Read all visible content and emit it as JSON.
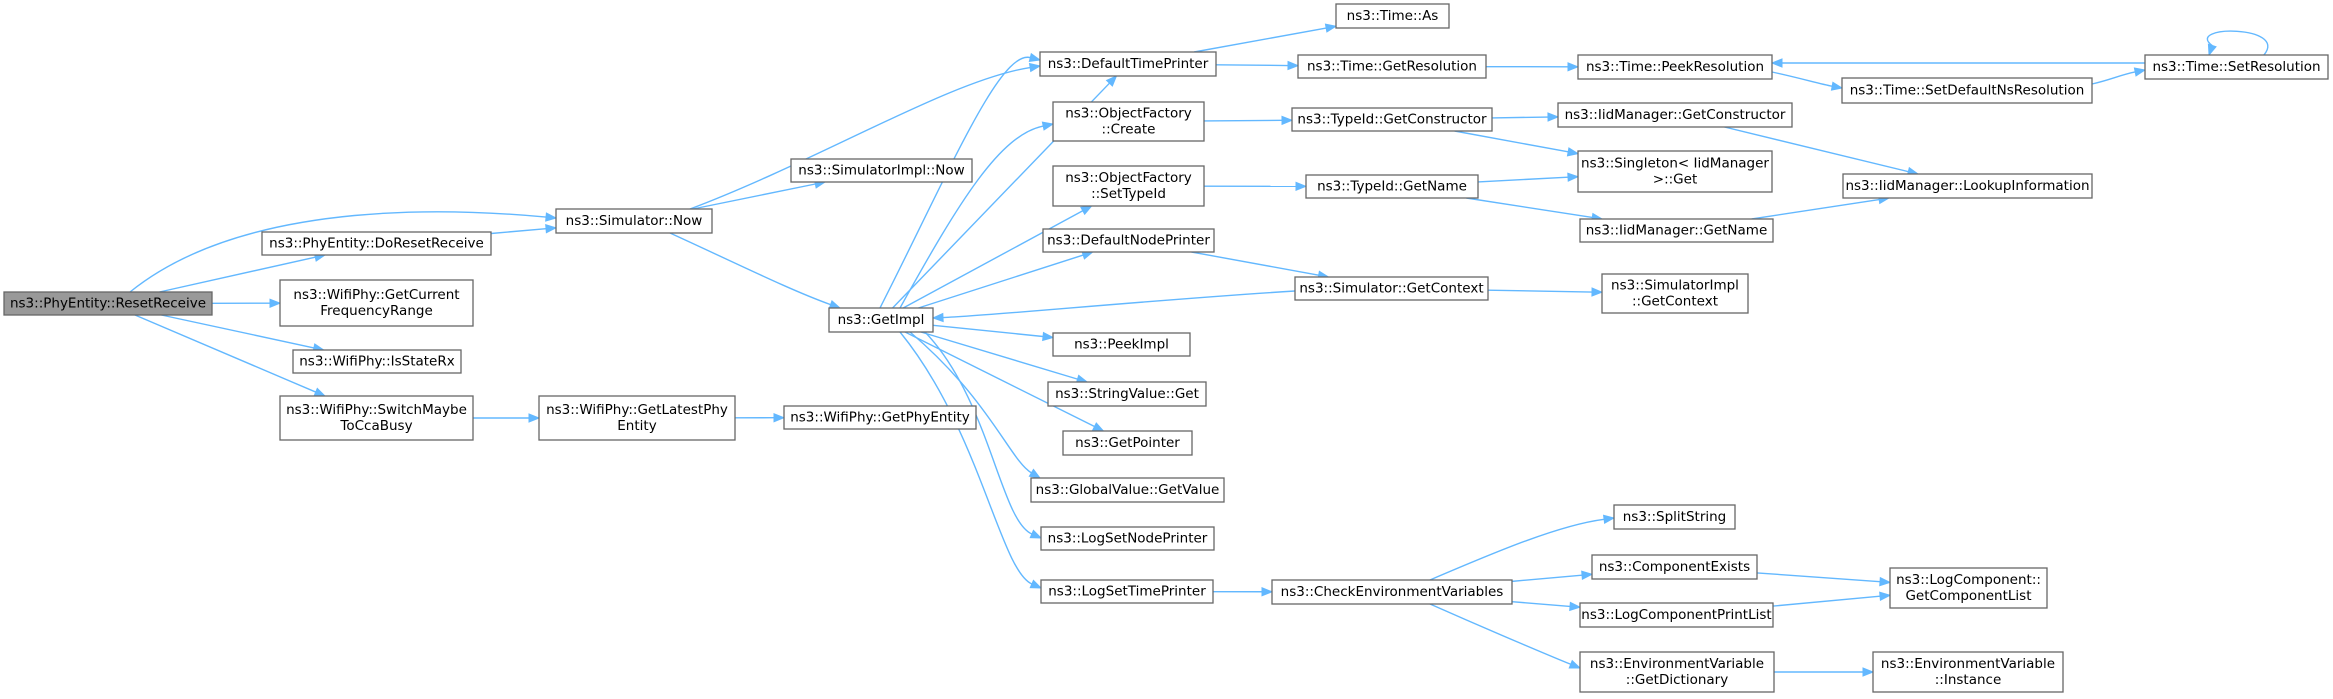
{
  "graph": {
    "root": "PhyEntity_ResetReceive",
    "nodes": [
      {
        "id": "PhyEntity_ResetReceive",
        "lines": [
          "ns3::PhyEntity::ResetReceive"
        ],
        "root": true
      },
      {
        "id": "PhyEntity_DoResetReceive",
        "lines": [
          "ns3::PhyEntity::DoResetReceive"
        ]
      },
      {
        "id": "WifiPhy_GetCurrentFrequencyRange",
        "lines": [
          "ns3::WifiPhy::GetCurrent",
          "FrequencyRange"
        ]
      },
      {
        "id": "WifiPhy_IsStateRx",
        "lines": [
          "ns3::WifiPhy::IsStateRx"
        ]
      },
      {
        "id": "WifiPhy_SwitchMaybeToCcaBusy",
        "lines": [
          "ns3::WifiPhy::SwitchMaybe",
          "ToCcaBusy"
        ]
      },
      {
        "id": "Simulator_Now",
        "lines": [
          "ns3::Simulator::Now"
        ]
      },
      {
        "id": "WifiPhy_GetLatestPhyEntity",
        "lines": [
          "ns3::WifiPhy::GetLatestPhy",
          "Entity"
        ]
      },
      {
        "id": "SimulatorImpl_Now",
        "lines": [
          "ns3::SimulatorImpl::Now"
        ]
      },
      {
        "id": "GetImpl",
        "lines": [
          "ns3::GetImpl"
        ]
      },
      {
        "id": "WifiPhy_GetPhyEntity",
        "lines": [
          "ns3::WifiPhy::GetPhyEntity"
        ]
      },
      {
        "id": "DefaultTimePrinter",
        "lines": [
          "ns3::DefaultTimePrinter"
        ]
      },
      {
        "id": "ObjectFactory_Create",
        "lines": [
          "ns3::ObjectFactory",
          "::Create"
        ]
      },
      {
        "id": "ObjectFactory_SetTypeId",
        "lines": [
          "ns3::ObjectFactory",
          "::SetTypeId"
        ]
      },
      {
        "id": "DefaultNodePrinter",
        "lines": [
          "ns3::DefaultNodePrinter"
        ]
      },
      {
        "id": "PeekImpl",
        "lines": [
          "ns3::PeekImpl"
        ]
      },
      {
        "id": "StringValue_Get",
        "lines": [
          "ns3::StringValue::Get"
        ]
      },
      {
        "id": "GetPointer",
        "lines": [
          "ns3::GetPointer"
        ]
      },
      {
        "id": "GlobalValue_GetValue",
        "lines": [
          "ns3::GlobalValue::GetValue"
        ]
      },
      {
        "id": "LogSetNodePrinter",
        "lines": [
          "ns3::LogSetNodePrinter"
        ]
      },
      {
        "id": "LogSetTimePrinter",
        "lines": [
          "ns3::LogSetTimePrinter"
        ]
      },
      {
        "id": "Time_As",
        "lines": [
          "ns3::Time::As"
        ]
      },
      {
        "id": "Time_GetResolution",
        "lines": [
          "ns3::Time::GetResolution"
        ]
      },
      {
        "id": "TypeId_GetConstructor",
        "lines": [
          "ns3::TypeId::GetConstructor"
        ]
      },
      {
        "id": "TypeId_GetName",
        "lines": [
          "ns3::TypeId::GetName"
        ]
      },
      {
        "id": "Simulator_GetContext",
        "lines": [
          "ns3::Simulator::GetContext"
        ]
      },
      {
        "id": "CheckEnvironmentVariables",
        "lines": [
          "ns3::CheckEnvironmentVariables"
        ]
      },
      {
        "id": "Time_PeekResolution",
        "lines": [
          "ns3::Time::PeekResolution"
        ]
      },
      {
        "id": "IidManager_GetConstructor",
        "lines": [
          "ns3::IidManager::GetConstructor"
        ]
      },
      {
        "id": "Singleton_Get",
        "lines": [
          "ns3::Singleton< IidManager",
          " >::Get"
        ]
      },
      {
        "id": "IidManager_GetName",
        "lines": [
          "ns3::IidManager::GetName"
        ]
      },
      {
        "id": "SimulatorImpl_GetContext",
        "lines": [
          "ns3::SimulatorImpl",
          "::GetContext"
        ]
      },
      {
        "id": "SplitString",
        "lines": [
          "ns3::SplitString"
        ]
      },
      {
        "id": "ComponentExists",
        "lines": [
          "ns3::ComponentExists"
        ]
      },
      {
        "id": "LogComponentPrintList",
        "lines": [
          "ns3::LogComponentPrintList"
        ]
      },
      {
        "id": "EnvironmentVariable_GetDictionary",
        "lines": [
          "ns3::EnvironmentVariable",
          "::GetDictionary"
        ]
      },
      {
        "id": "Time_SetDefaultNsResolution",
        "lines": [
          "ns3::Time::SetDefaultNsResolution"
        ]
      },
      {
        "id": "Time_SetResolution",
        "lines": [
          "ns3::Time::SetResolution"
        ]
      },
      {
        "id": "IidManager_LookupInformation",
        "lines": [
          "ns3::IidManager::LookupInformation"
        ]
      },
      {
        "id": "LogComponent_GetComponentList",
        "lines": [
          "ns3::LogComponent::",
          "GetComponentList"
        ]
      },
      {
        "id": "EnvironmentVariable_Instance",
        "lines": [
          "ns3::EnvironmentVariable",
          "::Instance"
        ]
      }
    ],
    "edges": [
      [
        "PhyEntity_ResetReceive",
        "Simulator_Now"
      ],
      [
        "PhyEntity_ResetReceive",
        "PhyEntity_DoResetReceive"
      ],
      [
        "PhyEntity_ResetReceive",
        "WifiPhy_GetCurrentFrequencyRange"
      ],
      [
        "PhyEntity_ResetReceive",
        "WifiPhy_IsStateRx"
      ],
      [
        "PhyEntity_ResetReceive",
        "WifiPhy_SwitchMaybeToCcaBusy"
      ],
      [
        "PhyEntity_DoResetReceive",
        "Simulator_Now"
      ],
      [
        "Simulator_Now",
        "SimulatorImpl_Now"
      ],
      [
        "Simulator_Now",
        "GetImpl"
      ],
      [
        "Simulator_Now",
        "DefaultTimePrinter"
      ],
      [
        "WifiPhy_SwitchMaybeToCcaBusy",
        "WifiPhy_GetLatestPhyEntity"
      ],
      [
        "WifiPhy_GetLatestPhyEntity",
        "WifiPhy_GetPhyEntity"
      ],
      [
        "GetImpl",
        "Simulator_Now"
      ],
      [
        "GetImpl",
        "DefaultTimePrinter"
      ],
      [
        "GetImpl",
        "ObjectFactory_Create"
      ],
      [
        "GetImpl",
        "ObjectFactory_SetTypeId"
      ],
      [
        "GetImpl",
        "DefaultNodePrinter"
      ],
      [
        "GetImpl",
        "PeekImpl"
      ],
      [
        "GetImpl",
        "StringValue_Get"
      ],
      [
        "GetImpl",
        "GetPointer"
      ],
      [
        "GetImpl",
        "GlobalValue_GetValue"
      ],
      [
        "GetImpl",
        "LogSetNodePrinter"
      ],
      [
        "GetImpl",
        "LogSetTimePrinter"
      ],
      [
        "DefaultTimePrinter",
        "Time_As"
      ],
      [
        "DefaultTimePrinter",
        "Time_GetResolution"
      ],
      [
        "ObjectFactory_Create",
        "TypeId_GetConstructor"
      ],
      [
        "ObjectFactory_SetTypeId",
        "TypeId_GetName"
      ],
      [
        "DefaultNodePrinter",
        "Simulator_GetContext"
      ],
      [
        "Simulator_GetContext",
        "GetImpl"
      ],
      [
        "Simulator_GetContext",
        "SimulatorImpl_GetContext"
      ],
      [
        "LogSetTimePrinter",
        "CheckEnvironmentVariables"
      ],
      [
        "Time_GetResolution",
        "Time_PeekResolution"
      ],
      [
        "TypeId_GetConstructor",
        "IidManager_GetConstructor"
      ],
      [
        "TypeId_GetConstructor",
        "Singleton_Get"
      ],
      [
        "TypeId_GetName",
        "Singleton_Get"
      ],
      [
        "TypeId_GetName",
        "IidManager_GetName"
      ],
      [
        "CheckEnvironmentVariables",
        "SplitString"
      ],
      [
        "CheckEnvironmentVariables",
        "ComponentExists"
      ],
      [
        "CheckEnvironmentVariables",
        "LogComponentPrintList"
      ],
      [
        "CheckEnvironmentVariables",
        "EnvironmentVariable_GetDictionary"
      ],
      [
        "Time_PeekResolution",
        "Time_SetDefaultNsResolution"
      ],
      [
        "Time_SetDefaultNsResolution",
        "Time_SetResolution"
      ],
      [
        "Time_SetResolution",
        "Time_PeekResolution"
      ],
      [
        "Time_SetResolution",
        "Time_SetResolution"
      ],
      [
        "IidManager_GetConstructor",
        "IidManager_LookupInformation"
      ],
      [
        "IidManager_GetName",
        "IidManager_LookupInformation"
      ],
      [
        "ComponentExists",
        "LogComponent_GetComponentList"
      ],
      [
        "LogComponentPrintList",
        "LogComponent_GetComponentList"
      ],
      [
        "EnvironmentVariable_GetDictionary",
        "EnvironmentVariable_Instance"
      ]
    ]
  },
  "style": {
    "edge_color": "#63b8ff",
    "node_border_color": "#666666",
    "root_fill_color": "#999999",
    "node_fill_color": "#ffffff"
  }
}
